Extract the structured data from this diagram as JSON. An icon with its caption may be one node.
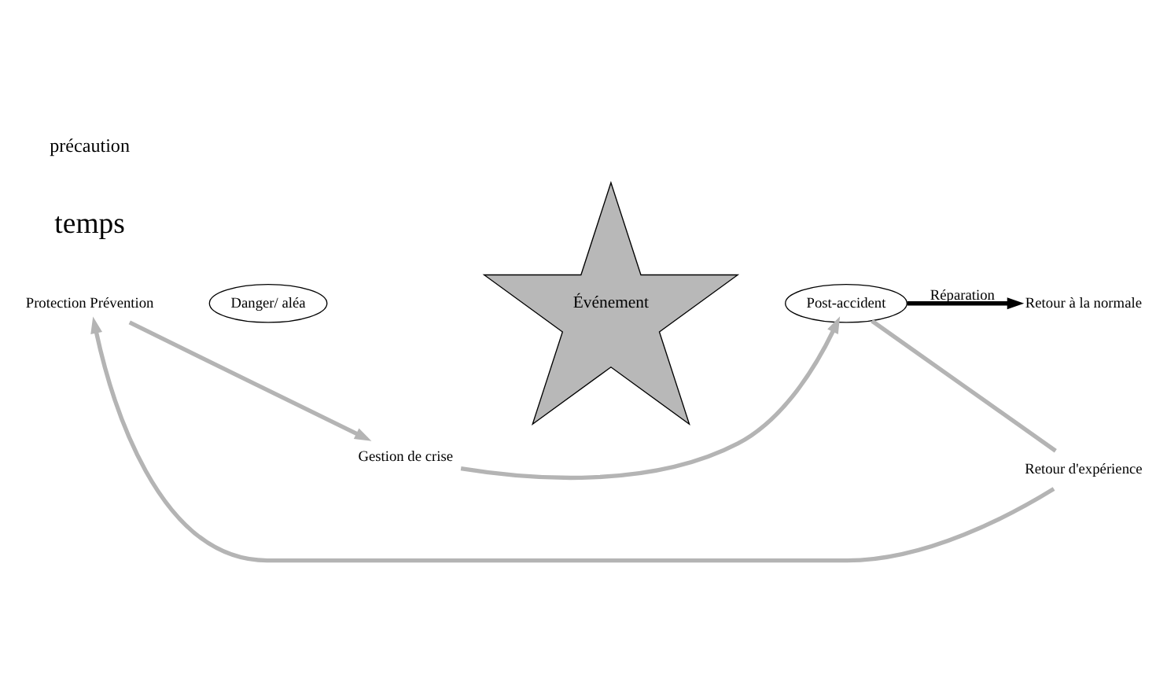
{
  "diagram": {
    "nodes": [
      {
        "text": [
          "Protection Prévention"
        ]
      },
      {
        "text": [
          "Danger/ aléa"
        ]
      },
      {
        "text": [
          "Événement"
        ]
      },
      {
        "text": [
          "Post-accident"
        ]
      },
      {
        "text": [
          "Retour à la normale"
        ]
      },
      {
        "text": [
          "Gestion de crise"
        ]
      },
      {
        "text": [
          "Retour d'expérience"
        ]
      }
    ],
    "edges": [
      {
        "from": 0,
        "to": 5,
        "arrow": "to"
      },
      {
        "from": 5,
        "to": 3,
        "arrow": "to"
      },
      {
        "from": 3,
        "to": 4,
        "arrow": "to",
        "label": "Réparation",
        "color": "#000000"
      },
      {
        "from": 3,
        "to": 6,
        "arrow": "none"
      },
      {
        "from": 6,
        "to": 0,
        "arrow": "to"
      }
    ],
    "labels": [
      "temps",
      "précaution"
    ]
  }
}
